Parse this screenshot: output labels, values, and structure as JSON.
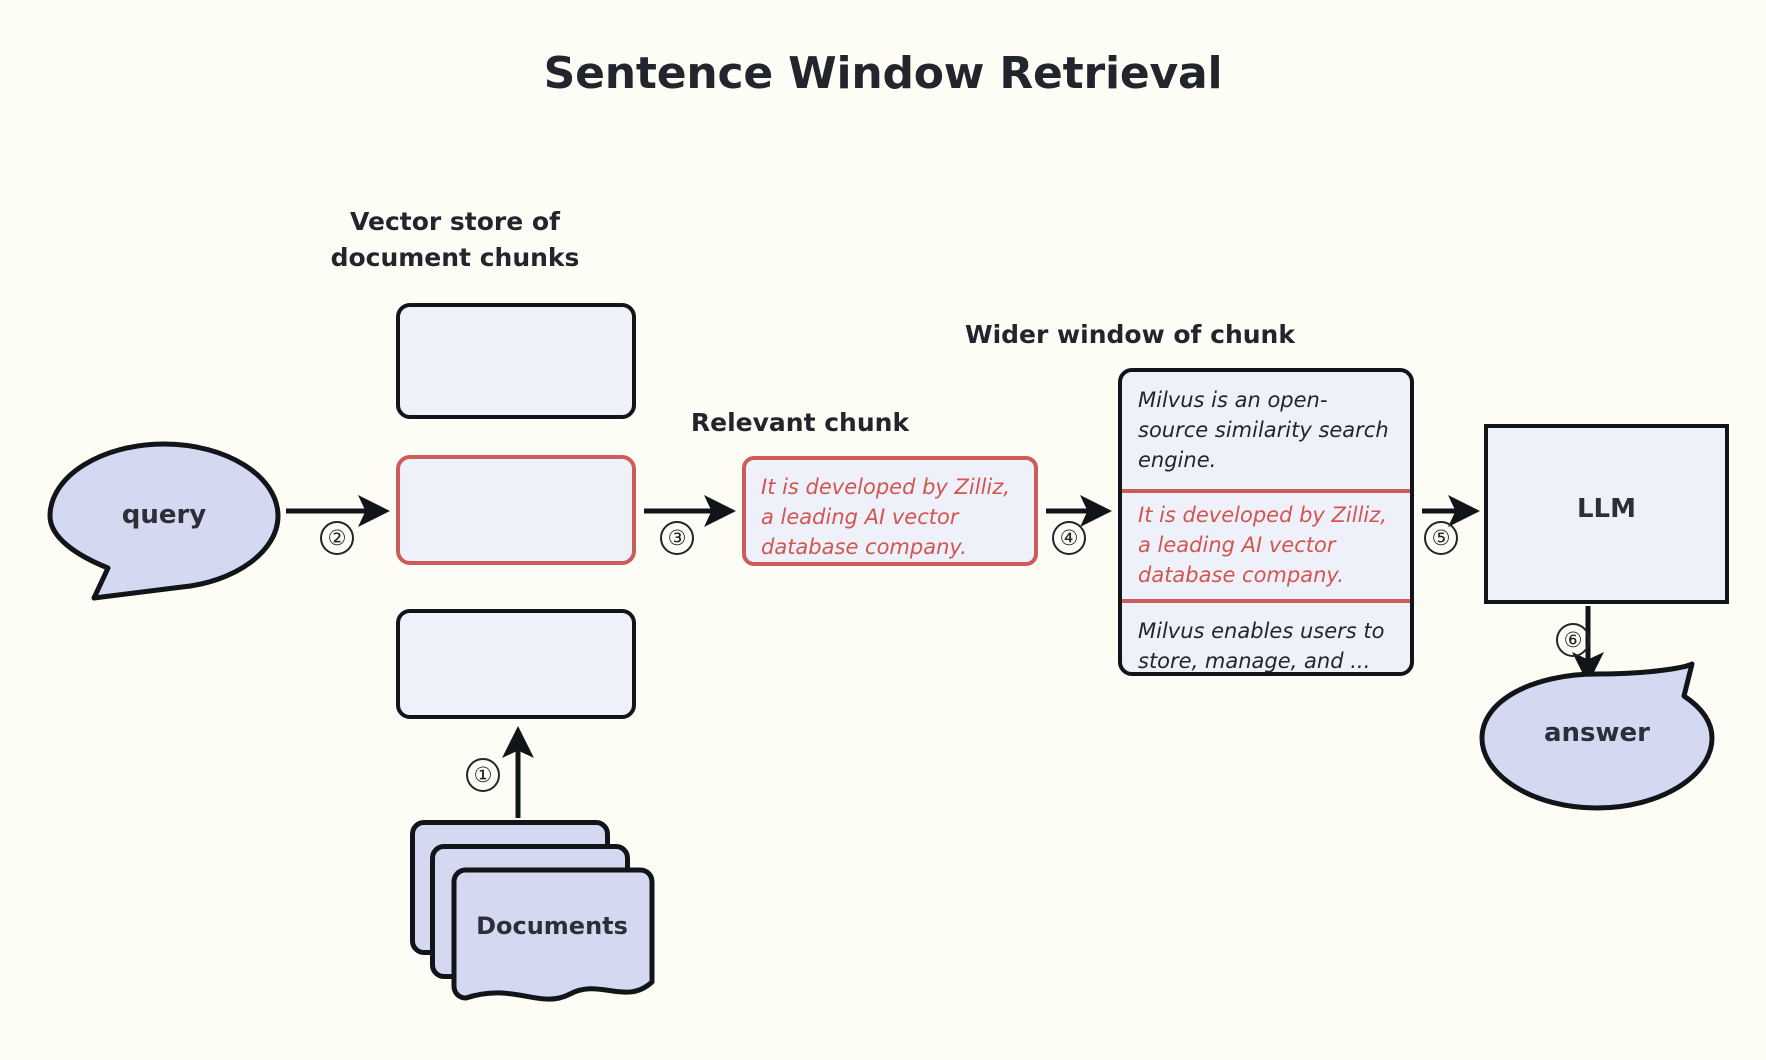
{
  "title": "Sentence Window Retrieval",
  "captions": {
    "vector_store": "Vector store of\ndocument chunks",
    "relevant_chunk": "Relevant chunk",
    "wider_window": "Wider window of chunk"
  },
  "nodes": {
    "query": "query",
    "answer": "answer",
    "llm": "LLM",
    "documents": "Documents"
  },
  "relevant_chunk": {
    "text": "It is developed by Zilliz, a leading AI vector database company."
  },
  "wider_window": {
    "before": "Milvus is an open-source similarity search engine.",
    "highlight": "It is developed by Zilliz, a leading AI vector database company.",
    "after": "Milvus enables users to store, manage, and ..."
  },
  "steps": {
    "s1": "①",
    "s2": "②",
    "s3": "③",
    "s4": "④",
    "s5": "⑤",
    "s6": "⑥"
  },
  "colors": {
    "background": "#fdfdf6",
    "ink": "#22262c",
    "chunk_fill": "#eef1fa",
    "bubble_fill": "#d4d9f1",
    "highlight_border": "#cc5b59",
    "highlight_text": "#d35550"
  }
}
